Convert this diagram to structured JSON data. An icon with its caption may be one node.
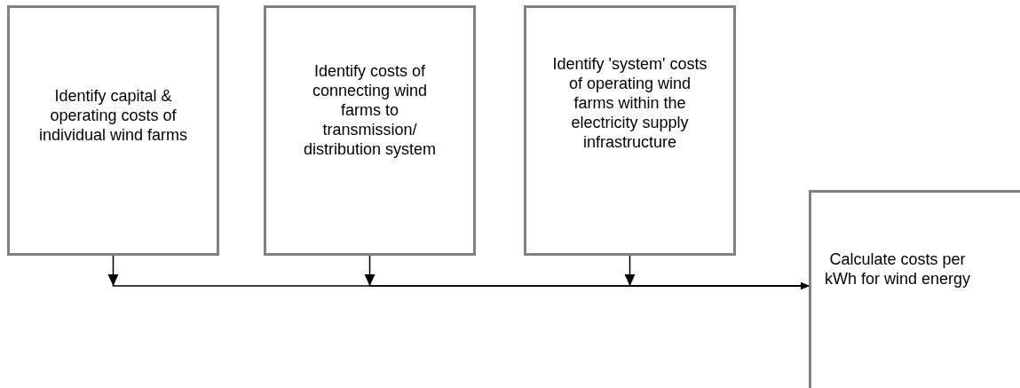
{
  "diagram": {
    "nodes": [
      {
        "text": [
          "Identify capital & operating costs of individual wind farms"
        ]
      },
      {
        "text": [
          "Identify costs of connecting wind farms to transmission/ distribution system"
        ]
      },
      {
        "text": [
          "Identify 'system' costs of operating wind farms within the electricity supply infrastructure"
        ]
      },
      {
        "text": [
          "Calculate costs per kWh for wind energy"
        ]
      }
    ],
    "edges": [
      {
        "from": 0,
        "to": 3,
        "arrow": "to"
      },
      {
        "from": 1,
        "to": 3,
        "arrow": "to"
      },
      {
        "from": 2,
        "to": 3,
        "arrow": "to"
      }
    ]
  }
}
